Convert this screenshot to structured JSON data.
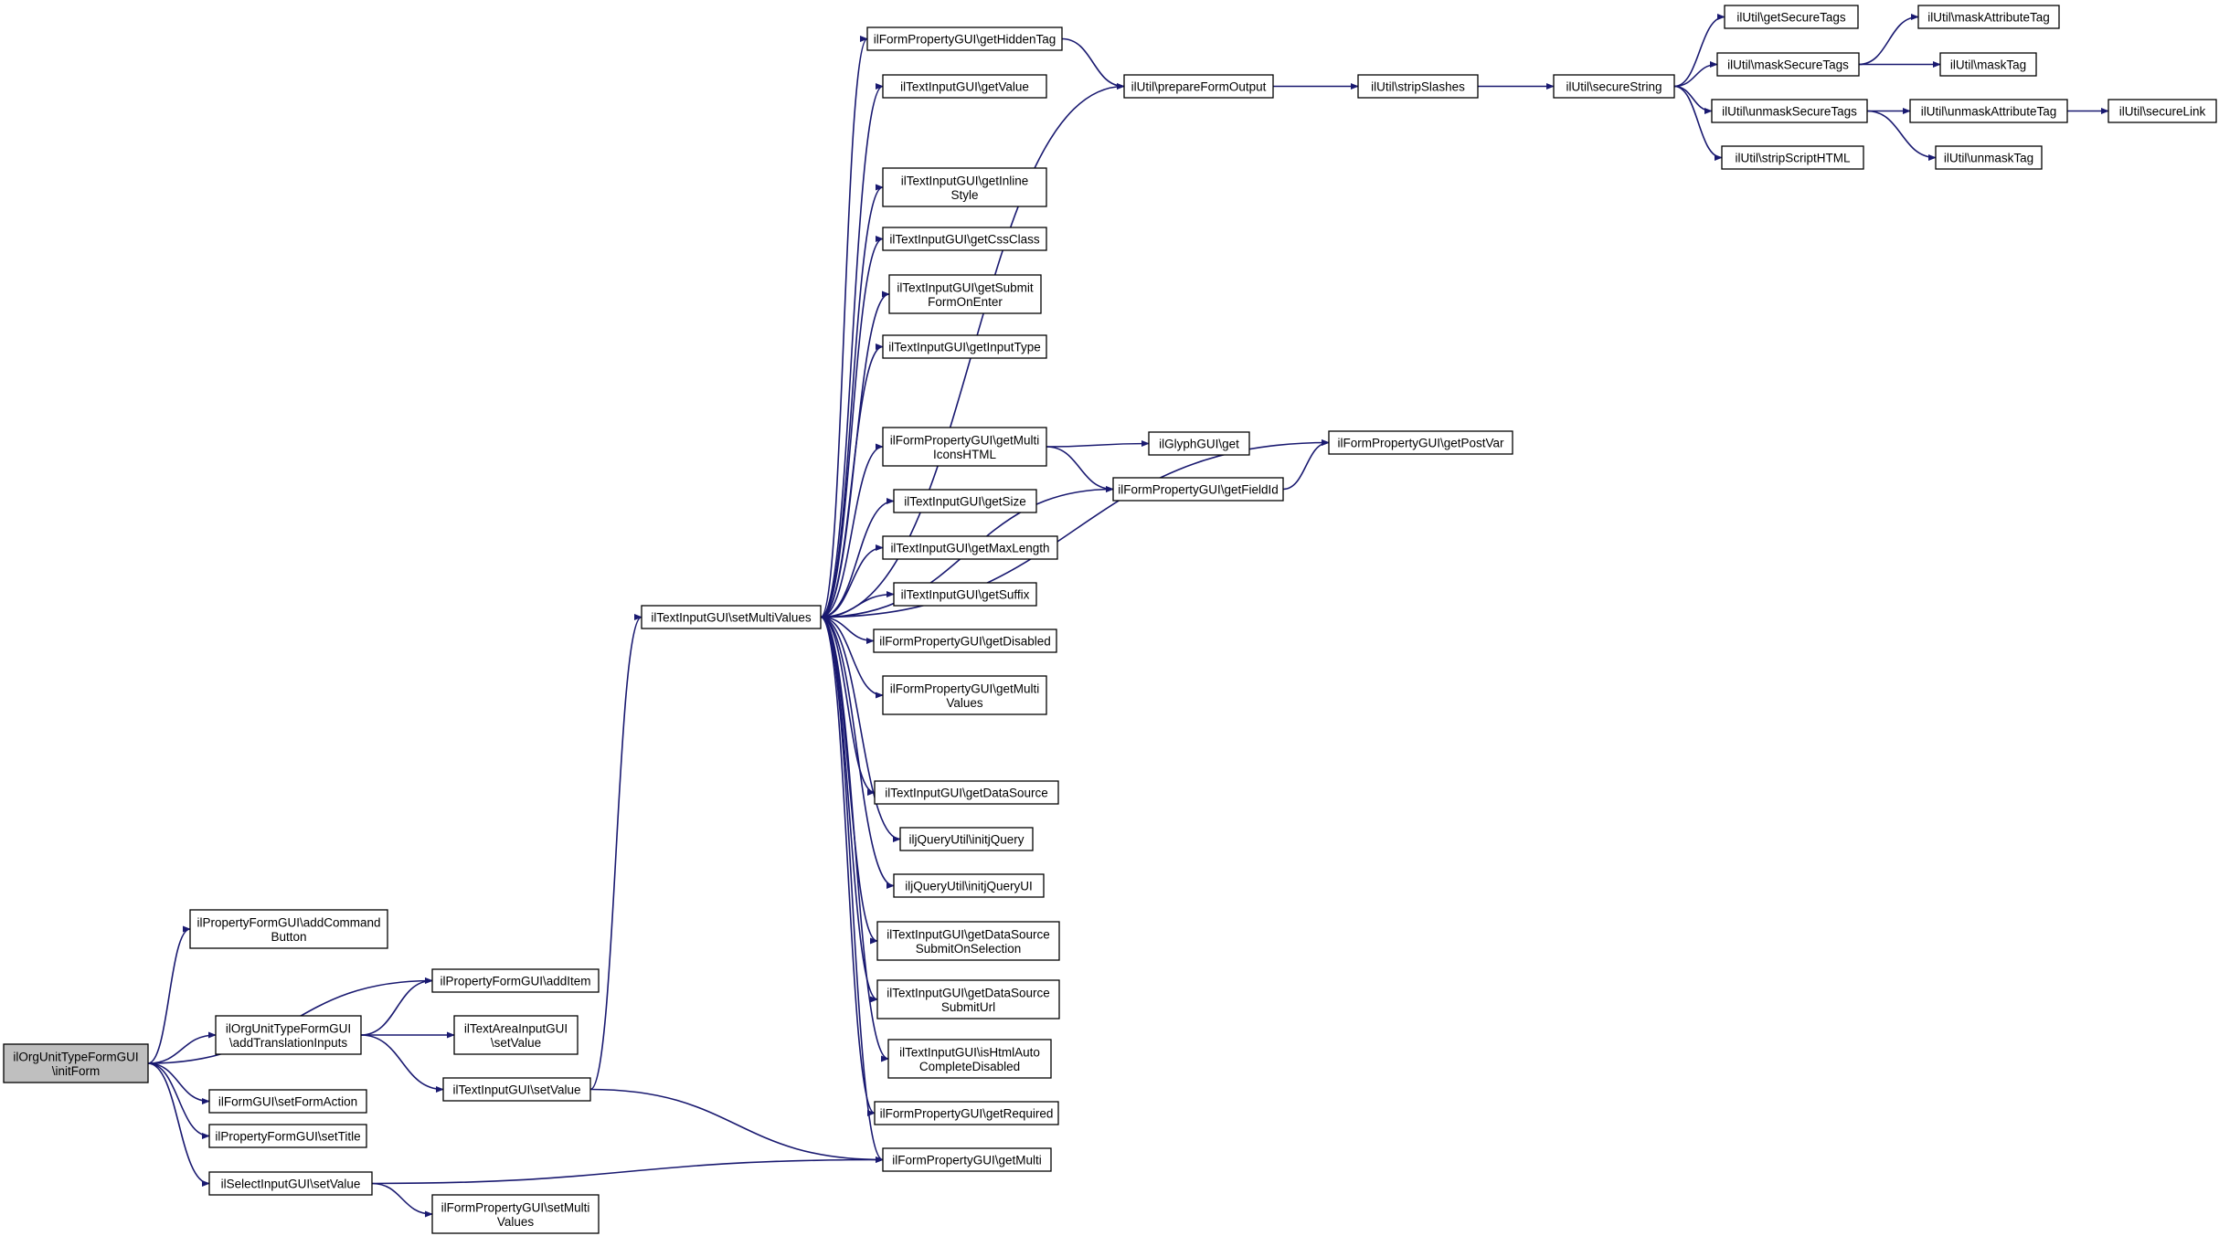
{
  "colors": {
    "edge": "#191970",
    "node_border": "#000000",
    "root_fill": "#bfbfbf",
    "node_fill": "#ffffff"
  },
  "nodes": [
    {
      "id": "n0",
      "lines": [
        "ilOrgUnitTypeFormGUI",
        "\\initForm"
      ],
      "root": true
    },
    {
      "id": "n1",
      "lines": [
        "ilPropertyFormGUI\\addCommand",
        "Button"
      ]
    },
    {
      "id": "n2",
      "lines": [
        "ilPropertyFormGUI\\addItem"
      ]
    },
    {
      "id": "n3",
      "lines": [
        "ilOrgUnitTypeFormGUI",
        "\\addTranslationInputs"
      ]
    },
    {
      "id": "n4",
      "lines": [
        "ilTextAreaInputGUI",
        "\\setValue"
      ]
    },
    {
      "id": "n5",
      "lines": [
        "ilTextInputGUI\\setValue"
      ]
    },
    {
      "id": "n6",
      "lines": [
        "ilFormGUI\\setFormAction"
      ]
    },
    {
      "id": "n7",
      "lines": [
        "ilPropertyFormGUI\\setTitle"
      ]
    },
    {
      "id": "n8",
      "lines": [
        "ilSelectInputGUI\\setValue"
      ]
    },
    {
      "id": "n9",
      "lines": [
        "ilFormPropertyGUI\\setMulti",
        "Values"
      ]
    },
    {
      "id": "n10",
      "lines": [
        "ilTextInputGUI\\setMultiValues"
      ]
    },
    {
      "id": "n11",
      "lines": [
        "ilFormPropertyGUI\\getHiddenTag"
      ]
    },
    {
      "id": "n12",
      "lines": [
        "ilTextInputGUI\\getValue"
      ]
    },
    {
      "id": "n13",
      "lines": [
        "ilTextInputGUI\\getInline",
        "Style"
      ]
    },
    {
      "id": "n14",
      "lines": [
        "ilTextInputGUI\\getCssClass"
      ]
    },
    {
      "id": "n15",
      "lines": [
        "ilTextInputGUI\\getSubmit",
        "FormOnEnter"
      ]
    },
    {
      "id": "n16",
      "lines": [
        "ilTextInputGUI\\getInputType"
      ]
    },
    {
      "id": "n17",
      "lines": [
        "ilFormPropertyGUI\\getMulti",
        "IconsHTML"
      ]
    },
    {
      "id": "n18",
      "lines": [
        "ilTextInputGUI\\getSize"
      ]
    },
    {
      "id": "n19",
      "lines": [
        "ilTextInputGUI\\getMaxLength"
      ]
    },
    {
      "id": "n20",
      "lines": [
        "ilTextInputGUI\\getSuffix"
      ]
    },
    {
      "id": "n21",
      "lines": [
        "ilFormPropertyGUI\\getDisabled"
      ]
    },
    {
      "id": "n22",
      "lines": [
        "ilFormPropertyGUI\\getMulti",
        "Values"
      ]
    },
    {
      "id": "n23",
      "lines": [
        "ilTextInputGUI\\getDataSource"
      ]
    },
    {
      "id": "n24",
      "lines": [
        "iljQueryUtil\\initjQuery"
      ]
    },
    {
      "id": "n25",
      "lines": [
        "iljQueryUtil\\initjQueryUI"
      ]
    },
    {
      "id": "n26",
      "lines": [
        "ilTextInputGUI\\getDataSource",
        "SubmitOnSelection"
      ]
    },
    {
      "id": "n27",
      "lines": [
        "ilTextInputGUI\\getDataSource",
        "SubmitUrl"
      ]
    },
    {
      "id": "n28",
      "lines": [
        "ilTextInputGUI\\isHtmlAuto",
        "CompleteDisabled"
      ]
    },
    {
      "id": "n29",
      "lines": [
        "ilFormPropertyGUI\\getRequired"
      ]
    },
    {
      "id": "n30",
      "lines": [
        "ilFormPropertyGUI\\getMulti"
      ]
    },
    {
      "id": "n31",
      "lines": [
        "ilUtil\\prepareFormOutput"
      ]
    },
    {
      "id": "n32",
      "lines": [
        "ilGlyphGUI\\get"
      ]
    },
    {
      "id": "n33",
      "lines": [
        "ilFormPropertyGUI\\getFieldId"
      ]
    },
    {
      "id": "n34",
      "lines": [
        "ilFormPropertyGUI\\getPostVar"
      ]
    },
    {
      "id": "n35",
      "lines": [
        "ilUtil\\stripSlashes"
      ]
    },
    {
      "id": "n36",
      "lines": [
        "ilUtil\\secureString"
      ]
    },
    {
      "id": "n37",
      "lines": [
        "ilUtil\\getSecureTags"
      ]
    },
    {
      "id": "n38",
      "lines": [
        "ilUtil\\maskSecureTags"
      ]
    },
    {
      "id": "n39",
      "lines": [
        "ilUtil\\unmaskSecureTags"
      ]
    },
    {
      "id": "n40",
      "lines": [
        "ilUtil\\stripScriptHTML"
      ]
    },
    {
      "id": "n41",
      "lines": [
        "ilUtil\\maskAttributeTag"
      ]
    },
    {
      "id": "n42",
      "lines": [
        "ilUtil\\maskTag"
      ]
    },
    {
      "id": "n43",
      "lines": [
        "ilUtil\\unmaskAttributeTag"
      ]
    },
    {
      "id": "n44",
      "lines": [
        "ilUtil\\unmaskTag"
      ]
    },
    {
      "id": "n45",
      "lines": [
        "ilUtil\\secureLink"
      ]
    }
  ],
  "edges": [
    [
      "n0",
      "n1"
    ],
    [
      "n0",
      "n2"
    ],
    [
      "n0",
      "n3"
    ],
    [
      "n0",
      "n6"
    ],
    [
      "n0",
      "n7"
    ],
    [
      "n0",
      "n8"
    ],
    [
      "n3",
      "n2"
    ],
    [
      "n3",
      "n4"
    ],
    [
      "n3",
      "n5"
    ],
    [
      "n5",
      "n10"
    ],
    [
      "n5",
      "n30"
    ],
    [
      "n8",
      "n9"
    ],
    [
      "n8",
      "n30"
    ],
    [
      "n10",
      "n11"
    ],
    [
      "n10",
      "n12"
    ],
    [
      "n10",
      "n31"
    ],
    [
      "n10",
      "n13"
    ],
    [
      "n10",
      "n14"
    ],
    [
      "n10",
      "n15"
    ],
    [
      "n10",
      "n16"
    ],
    [
      "n10",
      "n34"
    ],
    [
      "n10",
      "n17"
    ],
    [
      "n10",
      "n18"
    ],
    [
      "n10",
      "n19"
    ],
    [
      "n10",
      "n20"
    ],
    [
      "n10",
      "n21"
    ],
    [
      "n10",
      "n22"
    ],
    [
      "n10",
      "n33"
    ],
    [
      "n10",
      "n23"
    ],
    [
      "n10",
      "n24"
    ],
    [
      "n10",
      "n25"
    ],
    [
      "n10",
      "n26"
    ],
    [
      "n10",
      "n27"
    ],
    [
      "n10",
      "n28"
    ],
    [
      "n10",
      "n29"
    ],
    [
      "n10",
      "n30"
    ],
    [
      "n11",
      "n31"
    ],
    [
      "n17",
      "n32"
    ],
    [
      "n17",
      "n33"
    ],
    [
      "n33",
      "n34"
    ],
    [
      "n31",
      "n35"
    ],
    [
      "n35",
      "n36"
    ],
    [
      "n36",
      "n37"
    ],
    [
      "n36",
      "n38"
    ],
    [
      "n36",
      "n39"
    ],
    [
      "n36",
      "n40"
    ],
    [
      "n38",
      "n41"
    ],
    [
      "n38",
      "n42"
    ],
    [
      "n39",
      "n43"
    ],
    [
      "n39",
      "n44"
    ],
    [
      "n43",
      "n45"
    ]
  ]
}
